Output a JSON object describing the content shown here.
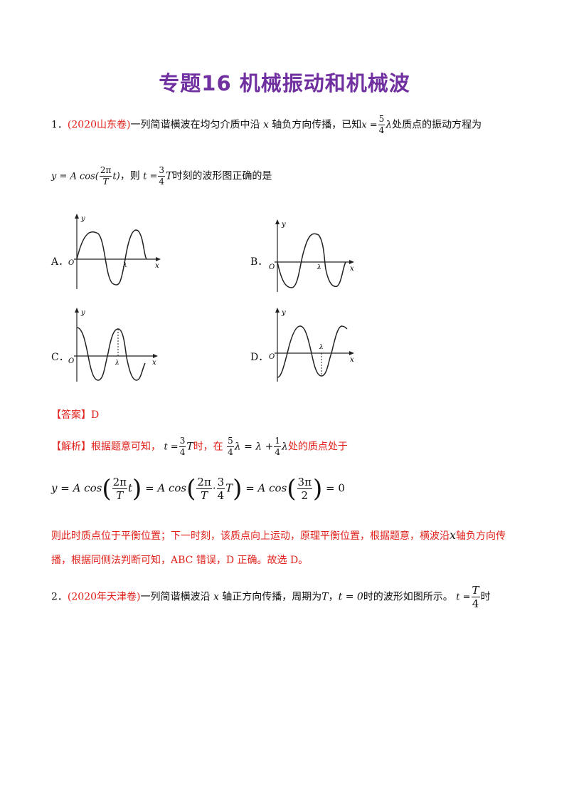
{
  "title": "专题16  机械振动和机械波",
  "q1": {
    "number": "1．",
    "source": "(2020山东卷)",
    "stem_a": "一列简谐横波在均匀介质中沿",
    "var_x": "x",
    "stem_b": "轴负方向传播，已知",
    "pos_num": "5",
    "pos_den": "4",
    "pos_sym": "λ",
    "stem_c": "处质点的振动方程为",
    "eq_lhs": "y = A cos(",
    "eq_num": "2π",
    "eq_den": "T",
    "eq_rhs": "t)",
    "then_a": "，则",
    "t_lhs": "t =",
    "t_num": "3",
    "t_den": "4",
    "t_rhs": "T",
    "then_b": "时刻的波形图正确的是",
    "options": [
      {
        "label": "A．"
      },
      {
        "label": "B．"
      },
      {
        "label": "C．"
      },
      {
        "label": "D．"
      }
    ],
    "graph_labels": {
      "y": "y",
      "x": "x",
      "origin": "O",
      "lambda": "λ"
    },
    "answer_tag": "【答案】",
    "answer": "D",
    "analysis_tag": "【解析】",
    "analysis_a": "根据题意可知，",
    "analysis_t": "t =",
    "analysis_t_num": "3",
    "analysis_t_den": "4",
    "analysis_t_rhs": "T",
    "analysis_b": "时，在",
    "analysis_pos_num": "5",
    "analysis_pos_den": "4",
    "analysis_pos_mid": "λ = λ +",
    "analysis_pos_num2": "1",
    "analysis_pos_den2": "4",
    "analysis_pos_end": "λ",
    "analysis_c": "处的质点处于",
    "calc": {
      "p1": "y = A cos",
      "f1_num": "2π",
      "f1_den": "T",
      "p1b": "t",
      "p2": "= A cos",
      "f2_num": "2π",
      "f2_den": "T",
      "dot": "·",
      "f3_num": "3",
      "f3_den": "4",
      "p2b": "T",
      "p3": "= A cos",
      "f4_num": "3π",
      "f4_den": "2",
      "p4": "= 0"
    },
    "conclusion_line1": "则此时质点位于平衡位置；下一时刻，该质点向上运动，原理平衡位置，根据题意，横波沿",
    "conclusion_x": "x",
    "conclusion_line1_end": "轴负方向传",
    "conclusion_line2": "播，根据同侧法判断可知，ABC 错误，D 正确。故选 D。"
  },
  "q2": {
    "number": "2．",
    "source": "(2020年天津卷)",
    "stem_a": "一列简谐横波沿",
    "var_x": "x",
    "stem_b": "轴正方向传播，周期为",
    "var_T": "T",
    "stem_c": "，",
    "t0": "t = 0",
    "stem_d": "时的波形如图所示。",
    "t_lhs": "t =",
    "t_num": "T",
    "t_den": "4",
    "stem_e": "时"
  }
}
